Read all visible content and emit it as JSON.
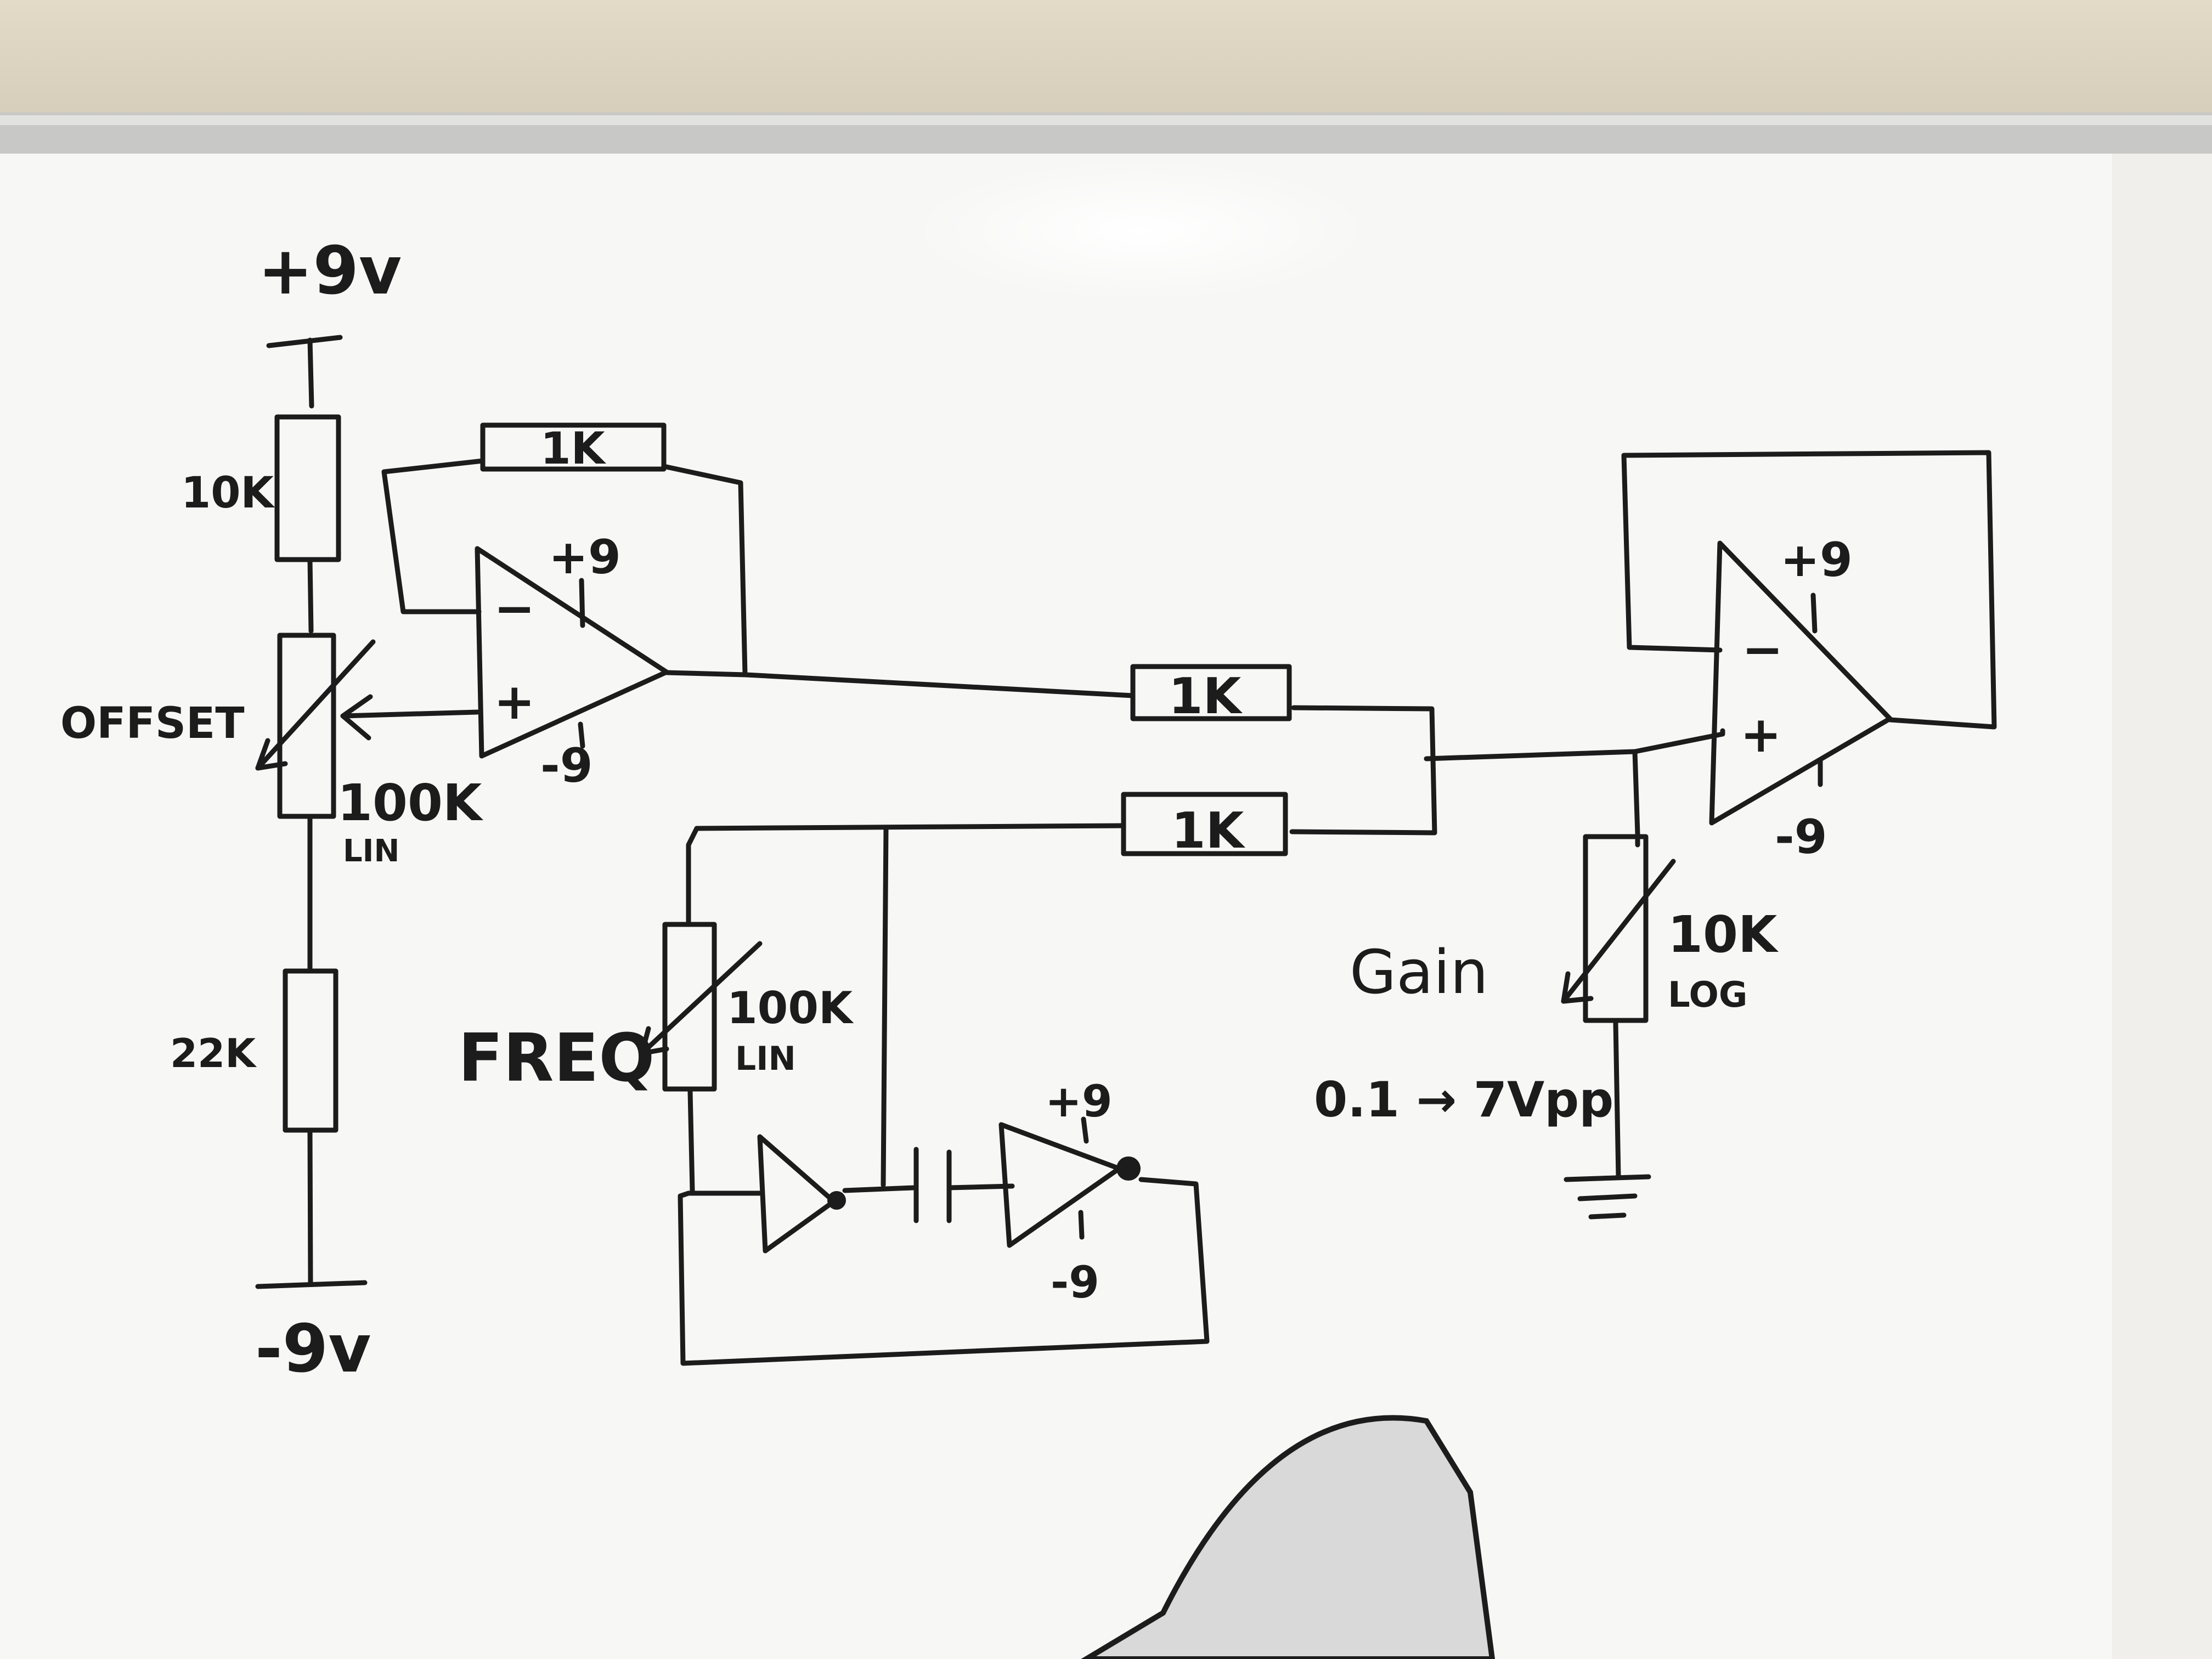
{
  "supply": {
    "pos_rail": "+9v",
    "neg_rail": "-9v"
  },
  "offset_stage": {
    "top_resistor": "10K",
    "pot_name": "OFFSET",
    "pot_value": "100K",
    "pot_taper": "LIN",
    "bottom_resistor": "22K",
    "feedback_resistor": "1K",
    "opamp_pos_supply": "+9",
    "opamp_neg_supply": "-9",
    "inverting_input": "−",
    "noninverting_input": "+"
  },
  "mixer": {
    "resistor_a": "1K",
    "resistor_b": "1K"
  },
  "oscillator": {
    "pot_name": "FREQ",
    "pot_value": "100K",
    "pot_taper": "LIN",
    "inverter_pos_supply": "+9",
    "inverter_neg_supply": "-9"
  },
  "output_stage": {
    "opamp_pos_supply": "+9",
    "opamp_neg_supply": "-9",
    "inverting_input": "−",
    "noninverting_input": "+",
    "pot_name": "Gain",
    "pot_value": "10K",
    "pot_taper": "LOG",
    "range_note": "0.1 → 7Vpp"
  },
  "colors": {
    "ink": "#1c1c1c",
    "board": "#fbfbfa",
    "wall": "#e4dccb",
    "tray": "#c9c9c9"
  }
}
